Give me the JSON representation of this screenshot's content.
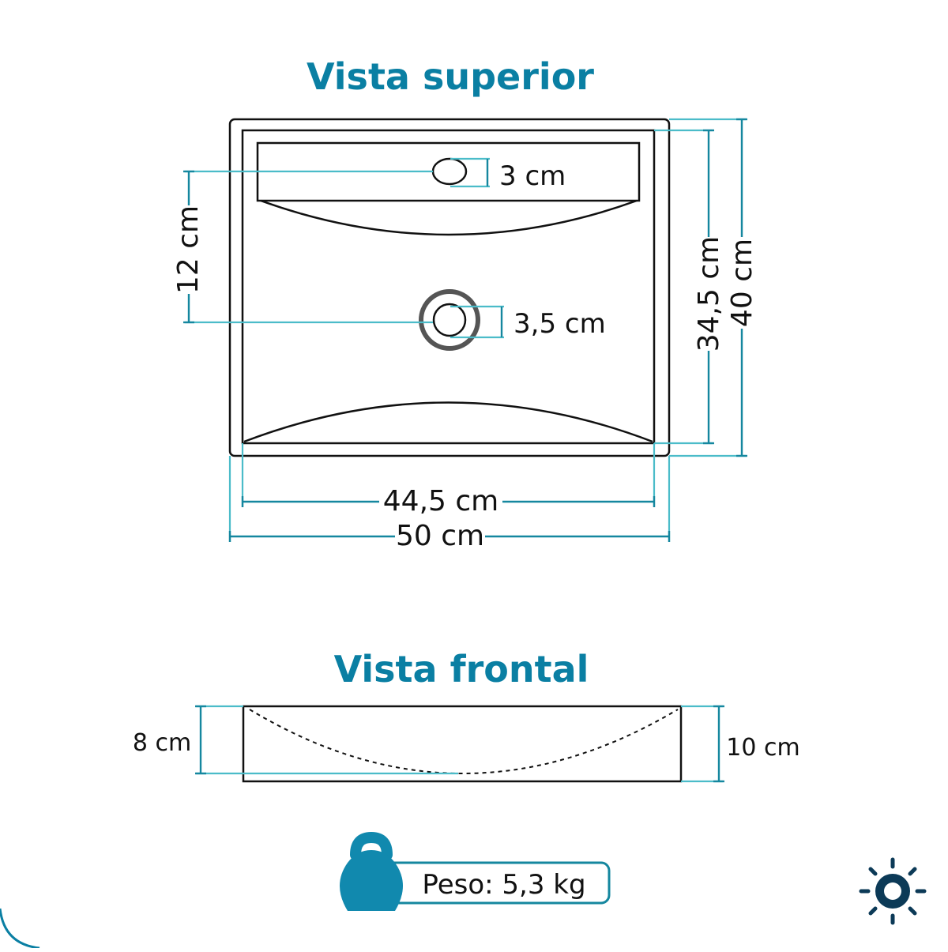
{
  "top_view": {
    "title": "Vista superior",
    "overflow_hole": "3 cm",
    "hole_distance": "12 cm",
    "drain": "3,5 cm",
    "inner_width": "44,5 cm",
    "outer_width": "50 cm",
    "inner_depth": "34,5 cm",
    "outer_depth": "40 cm"
  },
  "front_view": {
    "title": "Vista frontal",
    "inner_height": "8 cm",
    "outer_height": "10 cm"
  },
  "weight": {
    "label": "Peso: 5,3 kg",
    "icon": "kettlebell-icon"
  },
  "corner_icon": "sun-icon",
  "colors": {
    "accent": "#0a7fa3",
    "dimension_line": "#15879f",
    "extension_line": "#4bbcc9",
    "outline": "#111111",
    "drain_ring": "#555555"
  }
}
